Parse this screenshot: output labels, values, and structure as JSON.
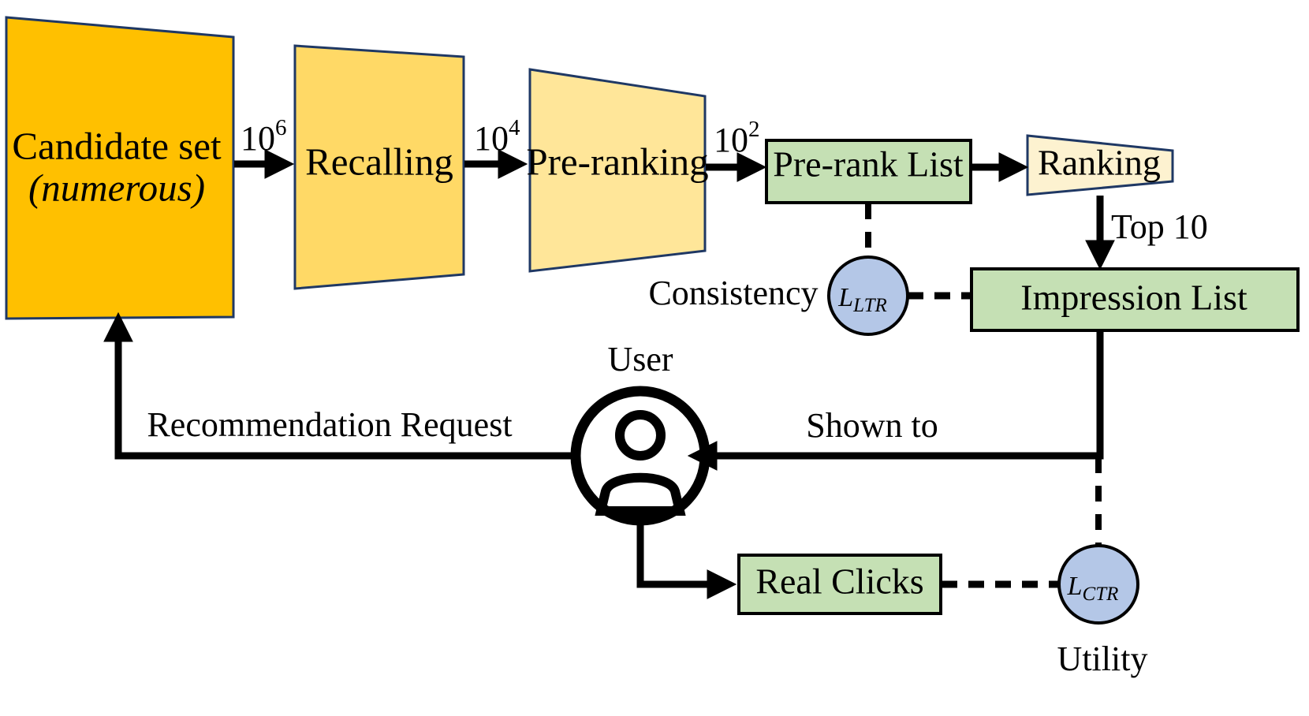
{
  "diagram": {
    "title": "Recommendation system cascade pipeline",
    "colors": {
      "candidate_set": "#FFC000",
      "recalling": "#FFD966",
      "pre_ranking": "#FFE699",
      "ranking": "#FDF2D0",
      "list_box": "#C5E0B4",
      "loss_node": "#B4C7E7",
      "outline": "#1F3864",
      "stroke": "#000000"
    },
    "nodes": {
      "candidate_set_line1": "Candidate set",
      "candidate_set_line2": "(numerous)",
      "recalling": "Recalling",
      "pre_ranking": "Pre-ranking",
      "pre_rank_list": "Pre-rank List",
      "ranking": "Ranking",
      "impression_list": "Impression List",
      "real_clicks": "Real Clicks",
      "user": "User",
      "loss_ltr_base": "L",
      "loss_ltr_sub": "LTR",
      "loss_ctr_base": "L",
      "loss_ctr_sub": "CTR"
    },
    "edge_labels": {
      "candidate_to_recalling_base": "10",
      "candidate_to_recalling_exp": "6",
      "recalling_to_preranking_base": "10",
      "recalling_to_preranking_exp": "4",
      "preranking_to_prerank_list_base": "10",
      "preranking_to_prerank_list_exp": "2",
      "ranking_to_impression": "Top 10",
      "impression_to_user": "Shown to",
      "user_to_candidate": "Recommendation Request"
    },
    "annotations": {
      "consistency": "Consistency",
      "utility": "Utility"
    }
  }
}
